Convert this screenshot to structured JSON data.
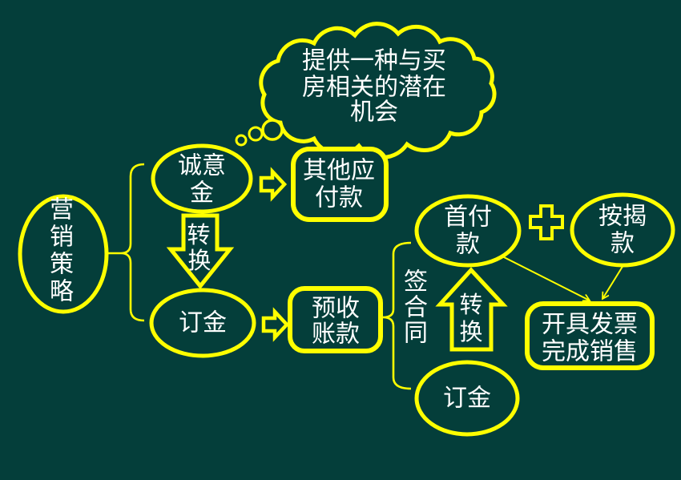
{
  "colors": {
    "background": "#043E3A",
    "accent": "#FFFF00",
    "text": "#FFFFFF"
  },
  "cloud": {
    "lines": [
      "提供一种与买",
      "房相关的潜在",
      "机会"
    ]
  },
  "nodes": {
    "marketing_strategy": {
      "chars": [
        "营",
        "销",
        "策",
        "略"
      ]
    },
    "earnest_money": {
      "lines": [
        "诚意",
        "金"
      ]
    },
    "other_payables": {
      "lines": [
        "其他应",
        "付款"
      ]
    },
    "deposit_left": {
      "label": "订金"
    },
    "advance_receipts": {
      "lines": [
        "预收",
        "账款"
      ]
    },
    "down_payment": {
      "lines": [
        "首付",
        "款"
      ]
    },
    "mortgage": {
      "lines": [
        "按揭",
        "款"
      ]
    },
    "deposit_bottom": {
      "label": "订金"
    },
    "invoice_sales": {
      "lines": [
        "开具发票",
        "完成销售"
      ]
    }
  },
  "labels": {
    "convert_down": {
      "chars": [
        "转",
        "换"
      ]
    },
    "convert_up": {
      "chars": [
        "转",
        "换"
      ]
    },
    "sign_contract": {
      "chars": [
        "签",
        "合",
        "同"
      ]
    }
  }
}
